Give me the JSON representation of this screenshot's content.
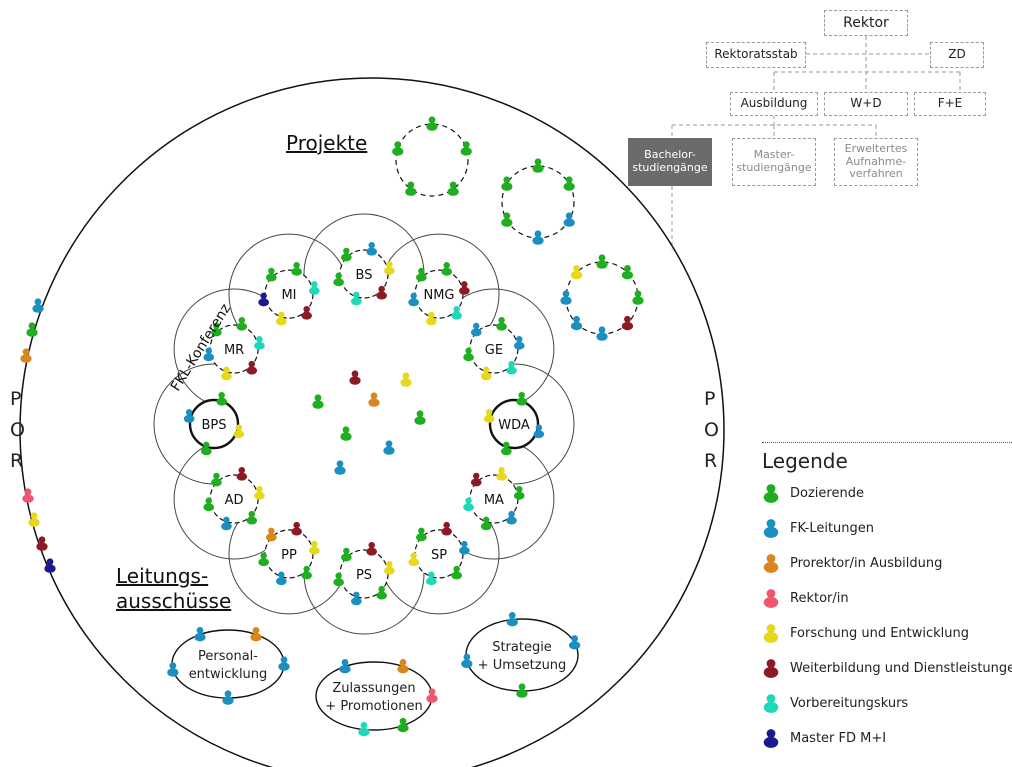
{
  "colors": {
    "dozierende": "#1fae1f",
    "fk_leitungen": "#1a8fc0",
    "prorektor": "#d9861f",
    "rektor": "#f0566e",
    "forschung": "#e6d81a",
    "weiterbildung": "#8b1a25",
    "vorbereitung": "#20d8b8",
    "master": "#1a1a8c",
    "line": "#111111",
    "org_border": "#9a9a9a",
    "org_dark": "#6b6b6b"
  },
  "org_chart": {
    "rektor": "Rektor",
    "rektoratsstab": "Rektoratsstab",
    "zd": "ZD",
    "ausbildung": "Ausbildung",
    "wd": "W+D",
    "fe": "F+E",
    "bachelor": "Bachelor-\nstudiengänge",
    "master": "Master-\nstudiengänge",
    "erweitertes": "Erweitertes\nAufnahme-\nverfahren"
  },
  "labels": {
    "projekte": "Projekte",
    "leitungs_1": "Leitungs-",
    "leitungs_2": "ausschüsse",
    "fkl": "FKL-Konferenz",
    "por_left": [
      "P",
      "O",
      "R"
    ],
    "por_right": [
      "P",
      "O",
      "R"
    ]
  },
  "sub_circles": [
    "BS",
    "NMG",
    "GE",
    "WDA",
    "MA",
    "SP",
    "PS",
    "PP",
    "AD",
    "BPS",
    "MR",
    "MI"
  ],
  "committees": [
    [
      "Personal-",
      "entwicklung"
    ],
    [
      "Zulassungen",
      "+ Promotionen"
    ],
    [
      "Strategie",
      "+ Umsetzung"
    ]
  ],
  "legend": {
    "title": "Legende",
    "items": [
      {
        "key": "dozierende",
        "label": "Dozierende"
      },
      {
        "key": "fk_leitungen",
        "label": "FK-Leitungen"
      },
      {
        "key": "prorektor",
        "label": "Prorektor/in Ausbildung"
      },
      {
        "key": "rektor",
        "label": "Rektor/in"
      },
      {
        "key": "forschung",
        "label": "Forschung und Entwicklung"
      },
      {
        "key": "weiterbildung",
        "label": "Weiterbildung und Dienstleistungen"
      },
      {
        "key": "vorbereitung",
        "label": "Vorbereitungskurs"
      },
      {
        "key": "master",
        "label": "Master FD M+I"
      }
    ]
  }
}
